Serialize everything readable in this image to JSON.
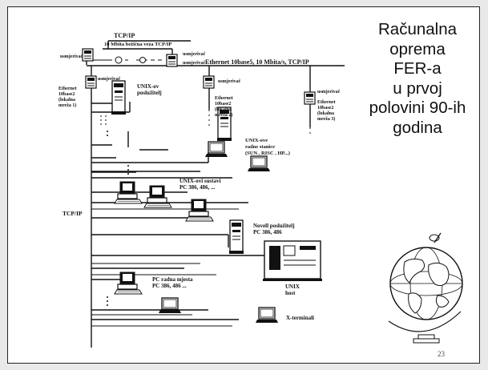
{
  "title_lines": [
    "Računalna",
    "oprema",
    "FER-a",
    "u prvoj",
    "polovini 90-ih",
    "godina"
  ],
  "page_number": "23",
  "diagram": {
    "tcpip_top": "TCP/IP",
    "serial_link": "10 Mbita bežična veza TCP/IP",
    "router_left": "usmjerivač",
    "router_top": "usmjerivač",
    "router_right": "usmjerivač",
    "backbone": "Ethernet 10base5, 10 Mbita/s, TCP/IP",
    "router_a": "usmjerivač",
    "router_b": "usmjerivač",
    "router_c": "usmjerivač",
    "net1": [
      "Ethernet",
      "10base2",
      "(lokalna",
      "mreža 1)"
    ],
    "net2": [
      "Ethernet",
      "10base2",
      "(lokalna",
      "mreža 2)"
    ],
    "net3": [
      "Ethernet",
      "10base2",
      "(lokalna",
      "mreža 3)"
    ],
    "unix_servers": [
      "UNIX-ov",
      "poslužitelj"
    ],
    "unix_workstations": [
      "UNIX-ove",
      "radne stanice",
      "(SUN , RISC , HP...)"
    ],
    "unix_pc": [
      "UNIX-ovi sustavi",
      "PC 386, 486, ..."
    ],
    "tcpip_mid": "TCP/IP",
    "novell": [
      "Novell poslužitelj",
      "PC 386, 486"
    ],
    "unix_host": [
      "UNIX",
      "host"
    ],
    "pc_workplaces": [
      "PC radna mjesta",
      "PC 386, 486 ..."
    ],
    "xterminal": "X-terminali"
  },
  "icons": [
    "router-icon",
    "server-tower-icon",
    "workstation-icon",
    "desktop-pc-icon",
    "mainframe-icon",
    "globe-icon"
  ]
}
